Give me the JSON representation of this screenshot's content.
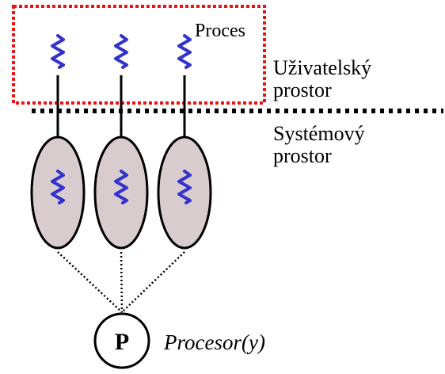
{
  "process_label": "Proces",
  "user_space_label": [
    "Uživatelský",
    "prostor"
  ],
  "system_space_label": [
    "Systémový",
    "prostor"
  ],
  "processor_symbol": "P",
  "processor_label": "Procesor(y)",
  "user_thread_count": 3,
  "kernel_thread_count": 3,
  "colors": {
    "thread_squiggle": "#3333cc",
    "process_border": "#ee1111",
    "process_label": "#ee1111",
    "kernel_thread_fill": "#d8cccf",
    "line": "#000000"
  }
}
